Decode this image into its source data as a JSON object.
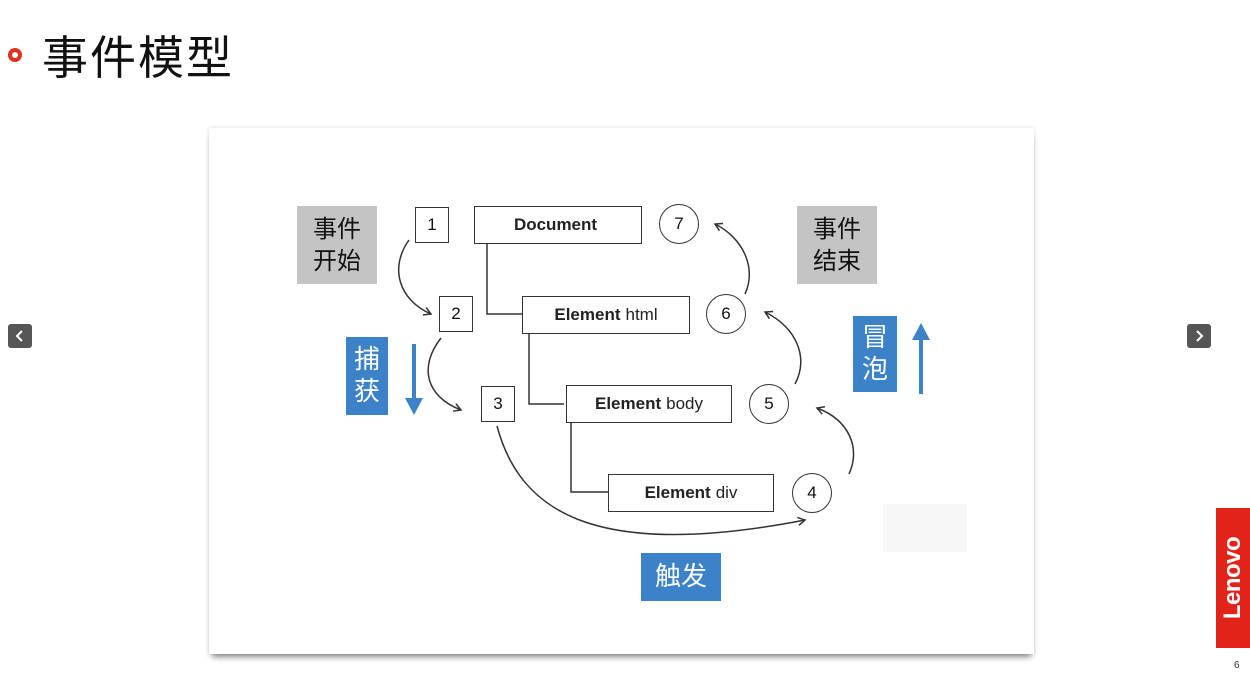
{
  "slide": {
    "title": "事件模型",
    "page_number": "6",
    "logo_text": "Lenovo"
  },
  "navigation": {
    "prev_icon": "chevron-left-icon",
    "next_icon": "chevron-right-icon"
  },
  "diagram": {
    "nodes": [
      {
        "bold": "Document",
        "rest": ""
      },
      {
        "bold": "Element",
        "rest": "html"
      },
      {
        "bold": "Element",
        "rest": "body"
      },
      {
        "bold": "Element",
        "rest": "div"
      }
    ],
    "steps": [
      "1",
      "2",
      "3",
      "4",
      "5",
      "6",
      "7"
    ],
    "labels": {
      "start_line1": "事件",
      "start_line2": "开始",
      "end_line1": "事件",
      "end_line2": "结束",
      "capture_line1": "捕",
      "capture_line2": "获",
      "bubble_line1": "冒",
      "bubble_line2": "泡",
      "trigger": "触发"
    }
  },
  "colors": {
    "accent_red": "#e0301e",
    "label_blue": "#3b82c8",
    "label_gray": "#c4c4c4",
    "lenovo_red": "#e2231a"
  }
}
